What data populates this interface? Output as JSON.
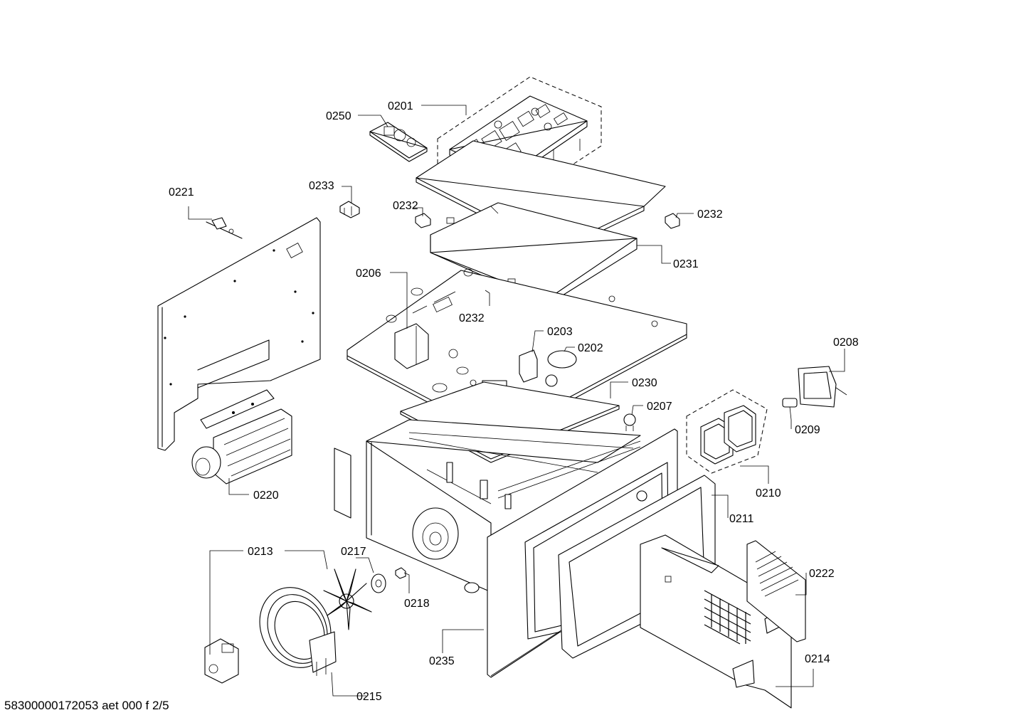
{
  "drawing_number": "58300000172053 aet 000 f 2/5",
  "callouts": [
    {
      "id": "0201",
      "label": "0201"
    },
    {
      "id": "0250",
      "label": "0250"
    },
    {
      "id": "0221",
      "label": "0221"
    },
    {
      "id": "0233",
      "label": "0233"
    },
    {
      "id": "0232a",
      "label": "0232"
    },
    {
      "id": "0232b",
      "label": "0232"
    },
    {
      "id": "0231",
      "label": "0231"
    },
    {
      "id": "0206",
      "label": "0206"
    },
    {
      "id": "0232c",
      "label": "0232"
    },
    {
      "id": "0203",
      "label": "0203"
    },
    {
      "id": "0202",
      "label": "0202"
    },
    {
      "id": "0208",
      "label": "0208"
    },
    {
      "id": "0230",
      "label": "0230"
    },
    {
      "id": "0207",
      "label": "0207"
    },
    {
      "id": "0209",
      "label": "0209"
    },
    {
      "id": "0210",
      "label": "0210"
    },
    {
      "id": "0220",
      "label": "0220"
    },
    {
      "id": "0211",
      "label": "0211"
    },
    {
      "id": "0213",
      "label": "0213"
    },
    {
      "id": "0217",
      "label": "0217"
    },
    {
      "id": "0222",
      "label": "0222"
    },
    {
      "id": "0218",
      "label": "0218"
    },
    {
      "id": "0235",
      "label": "0235"
    },
    {
      "id": "0214",
      "label": "0214"
    },
    {
      "id": "0215",
      "label": "0215"
    }
  ]
}
